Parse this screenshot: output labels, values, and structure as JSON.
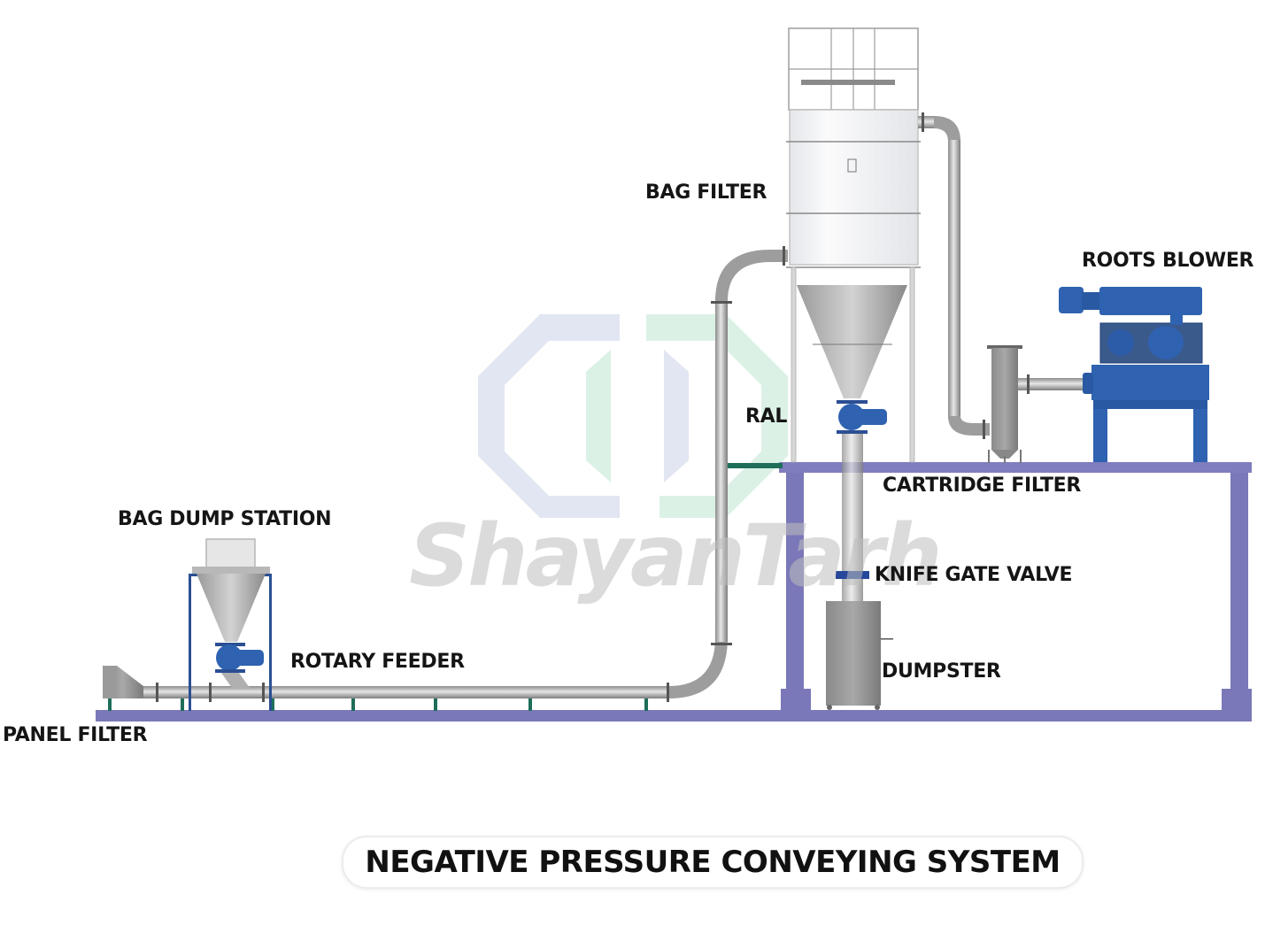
{
  "diagram": {
    "title": "NEGATIVE PRESSURE CONVEYING SYSTEM",
    "watermark": "ShayanTarh",
    "labels": {
      "bag_filter": "BAG FILTER",
      "roots_blower": "ROOTS BLOWER",
      "ral": "RAL",
      "cartridge_filter": "CARTRIDGE FILTER",
      "knife_gate_valve": "KNIFE GATE VALVE",
      "dumpster": "DUMPSTER",
      "bag_dump_station": "BAG DUMP STATION",
      "rotary_feeder": "ROTARY FEEDER",
      "panel_filter": "PANEL FILTER"
    },
    "colors": {
      "frame_purple": "#7a78b8",
      "blower_blue": "#2f62b0",
      "pipe_gray": "#a9a9a9",
      "support_green": "#1e6e5a",
      "watermark_blue": "#e1e6f2",
      "watermark_green": "#dcf1e6"
    }
  }
}
